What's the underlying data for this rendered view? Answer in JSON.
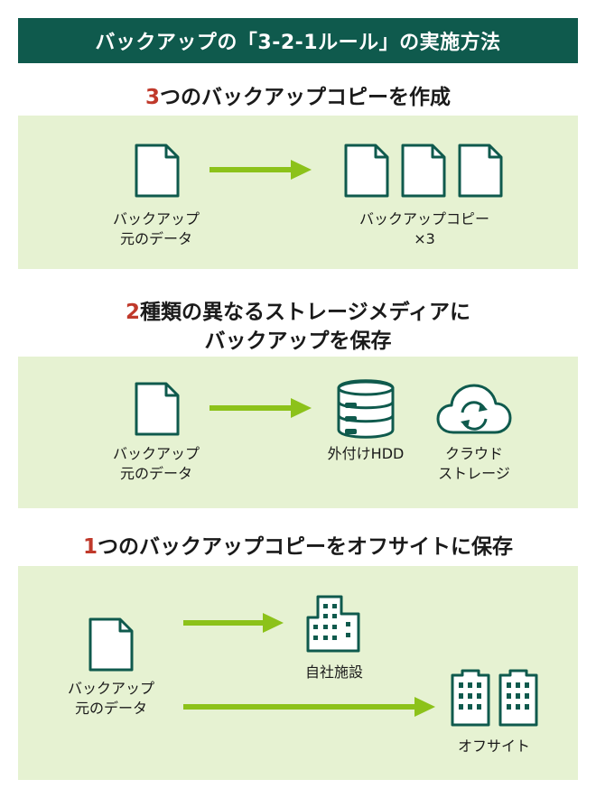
{
  "title": "バックアップの「3-2-1ルール」の実施方法",
  "sections": [
    {
      "heading_num": "3",
      "heading_text": "つのバックアップコピーを作成",
      "source_label": "バックアップ\n元のデータ",
      "target_label": "バックアップコピー\n×3"
    },
    {
      "heading_num": "2",
      "heading_text": "種類の異なるストレージメディアに\nバックアップを保存",
      "source_label": "バックアップ\n元のデータ",
      "target1_label": "外付けHDD",
      "target2_label": "クラウド\nストレージ"
    },
    {
      "heading_num": "1",
      "heading_text": "つのバックアップコピーをオフサイトに保存",
      "source_label": "バックアップ\n元のデータ",
      "target1_label": "自社施設",
      "target2_label": "オフサイト"
    }
  ],
  "colors": {
    "title_bg": "#0f5a4d",
    "panel_bg": "#e6f2d2",
    "icon_stroke": "#0f5a4d",
    "arrow": "#8cc21a",
    "highlight_number": "#c0392b"
  }
}
